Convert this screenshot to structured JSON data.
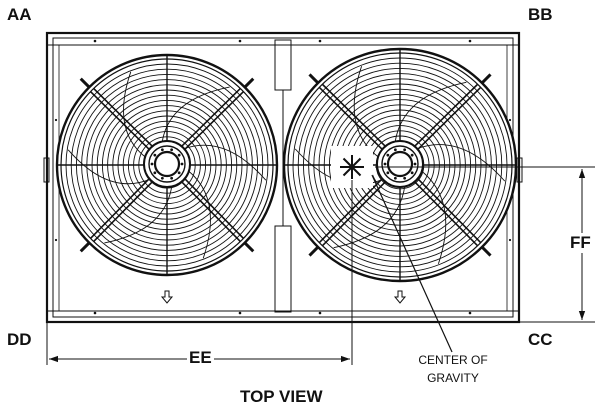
{
  "corners": {
    "aa": "AA",
    "bb": "BB",
    "cc": "CC",
    "dd": "DD"
  },
  "dimensions": {
    "ee": "EE",
    "ff": "FF"
  },
  "center_of_gravity": {
    "line1": "CENTER OF",
    "line2": "GRAVITY"
  },
  "view_title": "TOP VIEW"
}
